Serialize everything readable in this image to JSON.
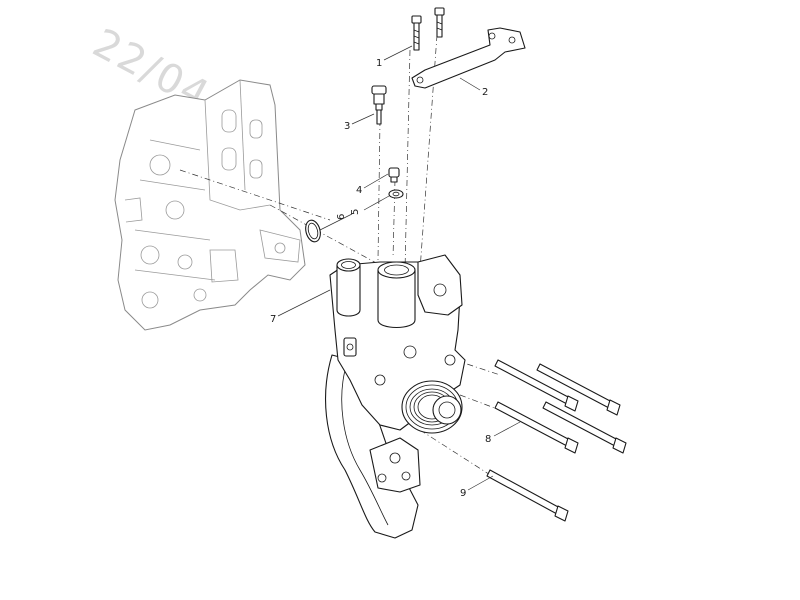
{
  "watermark": {
    "date": "22/04/21"
  },
  "callouts": [
    {
      "id": "c1",
      "number": "1"
    },
    {
      "id": "c2",
      "number": "2"
    },
    {
      "id": "c3",
      "number": "3"
    },
    {
      "id": "c4",
      "number": "4"
    },
    {
      "id": "c5",
      "number": "5"
    },
    {
      "id": "c6",
      "number": "6"
    },
    {
      "id": "c7",
      "number": "7"
    },
    {
      "id": "c8",
      "number": "8"
    },
    {
      "id": "c9",
      "number": "9"
    }
  ]
}
